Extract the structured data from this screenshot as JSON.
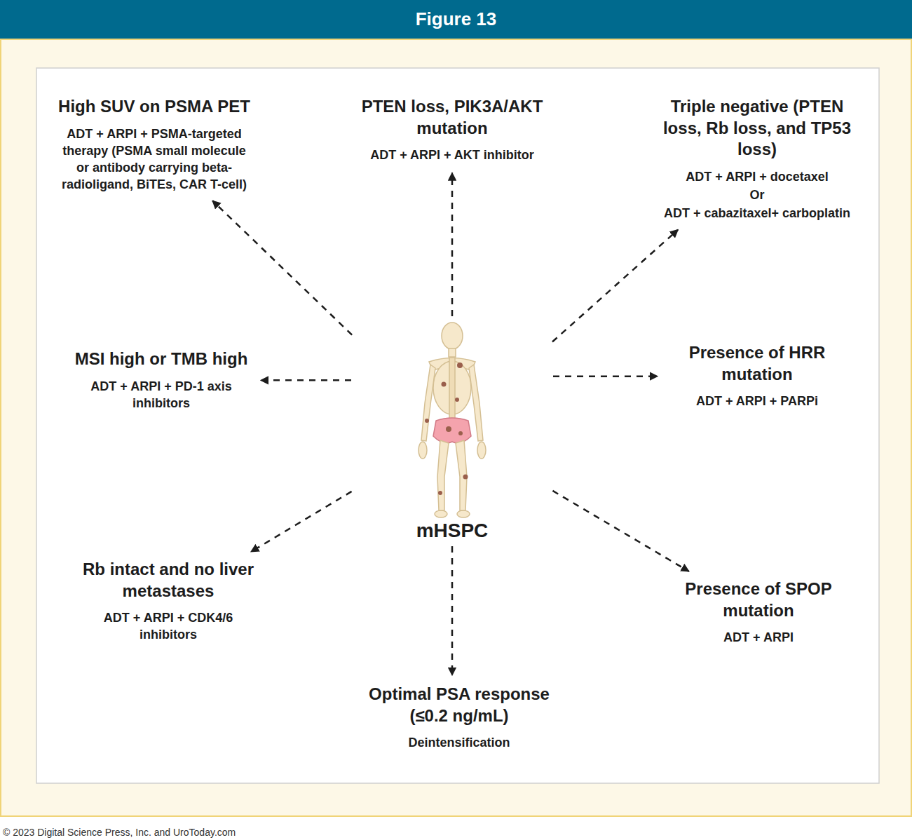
{
  "diagram": {
    "title": "Figure 13",
    "nodes": [
      {
        "text": [
          "High SUV on PSMA PET",
          "ADT + ARPI + PSMA-targeted therapy (PSMA small molecule or antibody carrying beta-radioligand, BiTEs, CAR T-cell)"
        ]
      },
      {
        "text": [
          "PTEN loss, PIK3A/AKT mutation",
          "ADT + ARPI + AKT inhibitor"
        ]
      },
      {
        "text": [
          "Triple negative (PTEN loss, Rb loss, and TP53 loss)",
          "ADT + ARPI + docetaxel",
          "Or",
          "ADT + cabazitaxel+ carboplatin"
        ]
      },
      {
        "text": [
          "MSI high or TMB high",
          "ADT + ARPI + PD-1 axis inhibitors"
        ]
      },
      {
        "text": [
          "mHSPC"
        ]
      },
      {
        "text": [
          "Presence of HRR mutation",
          "ADT + ARPI + PARPi"
        ]
      },
      {
        "text": [
          "Rb intact and no liver metastases",
          "ADT + ARPI + CDK4/6 inhibitors"
        ]
      },
      {
        "text": [
          "Presence of SPOP mutation",
          "ADT + ARPI"
        ]
      },
      {
        "text": [
          "Optimal PSA response (≤0.2 ng/mL)",
          "Deintensification"
        ]
      }
    ],
    "edges": [
      {
        "from": 4,
        "to": 0,
        "arrow": "to"
      },
      {
        "from": 4,
        "to": 1,
        "arrow": "to"
      },
      {
        "from": 4,
        "to": 2,
        "arrow": "to"
      },
      {
        "from": 4,
        "to": 3,
        "arrow": "to"
      },
      {
        "from": 4,
        "to": 5,
        "arrow": "to"
      },
      {
        "from": 4,
        "to": 6,
        "arrow": "to"
      },
      {
        "from": 4,
        "to": 7,
        "arrow": "to"
      },
      {
        "from": 4,
        "to": 8,
        "arrow": "to"
      }
    ],
    "labels": [
      "© 2023 Digital Science Press, Inc. and UroToday.com"
    ]
  }
}
